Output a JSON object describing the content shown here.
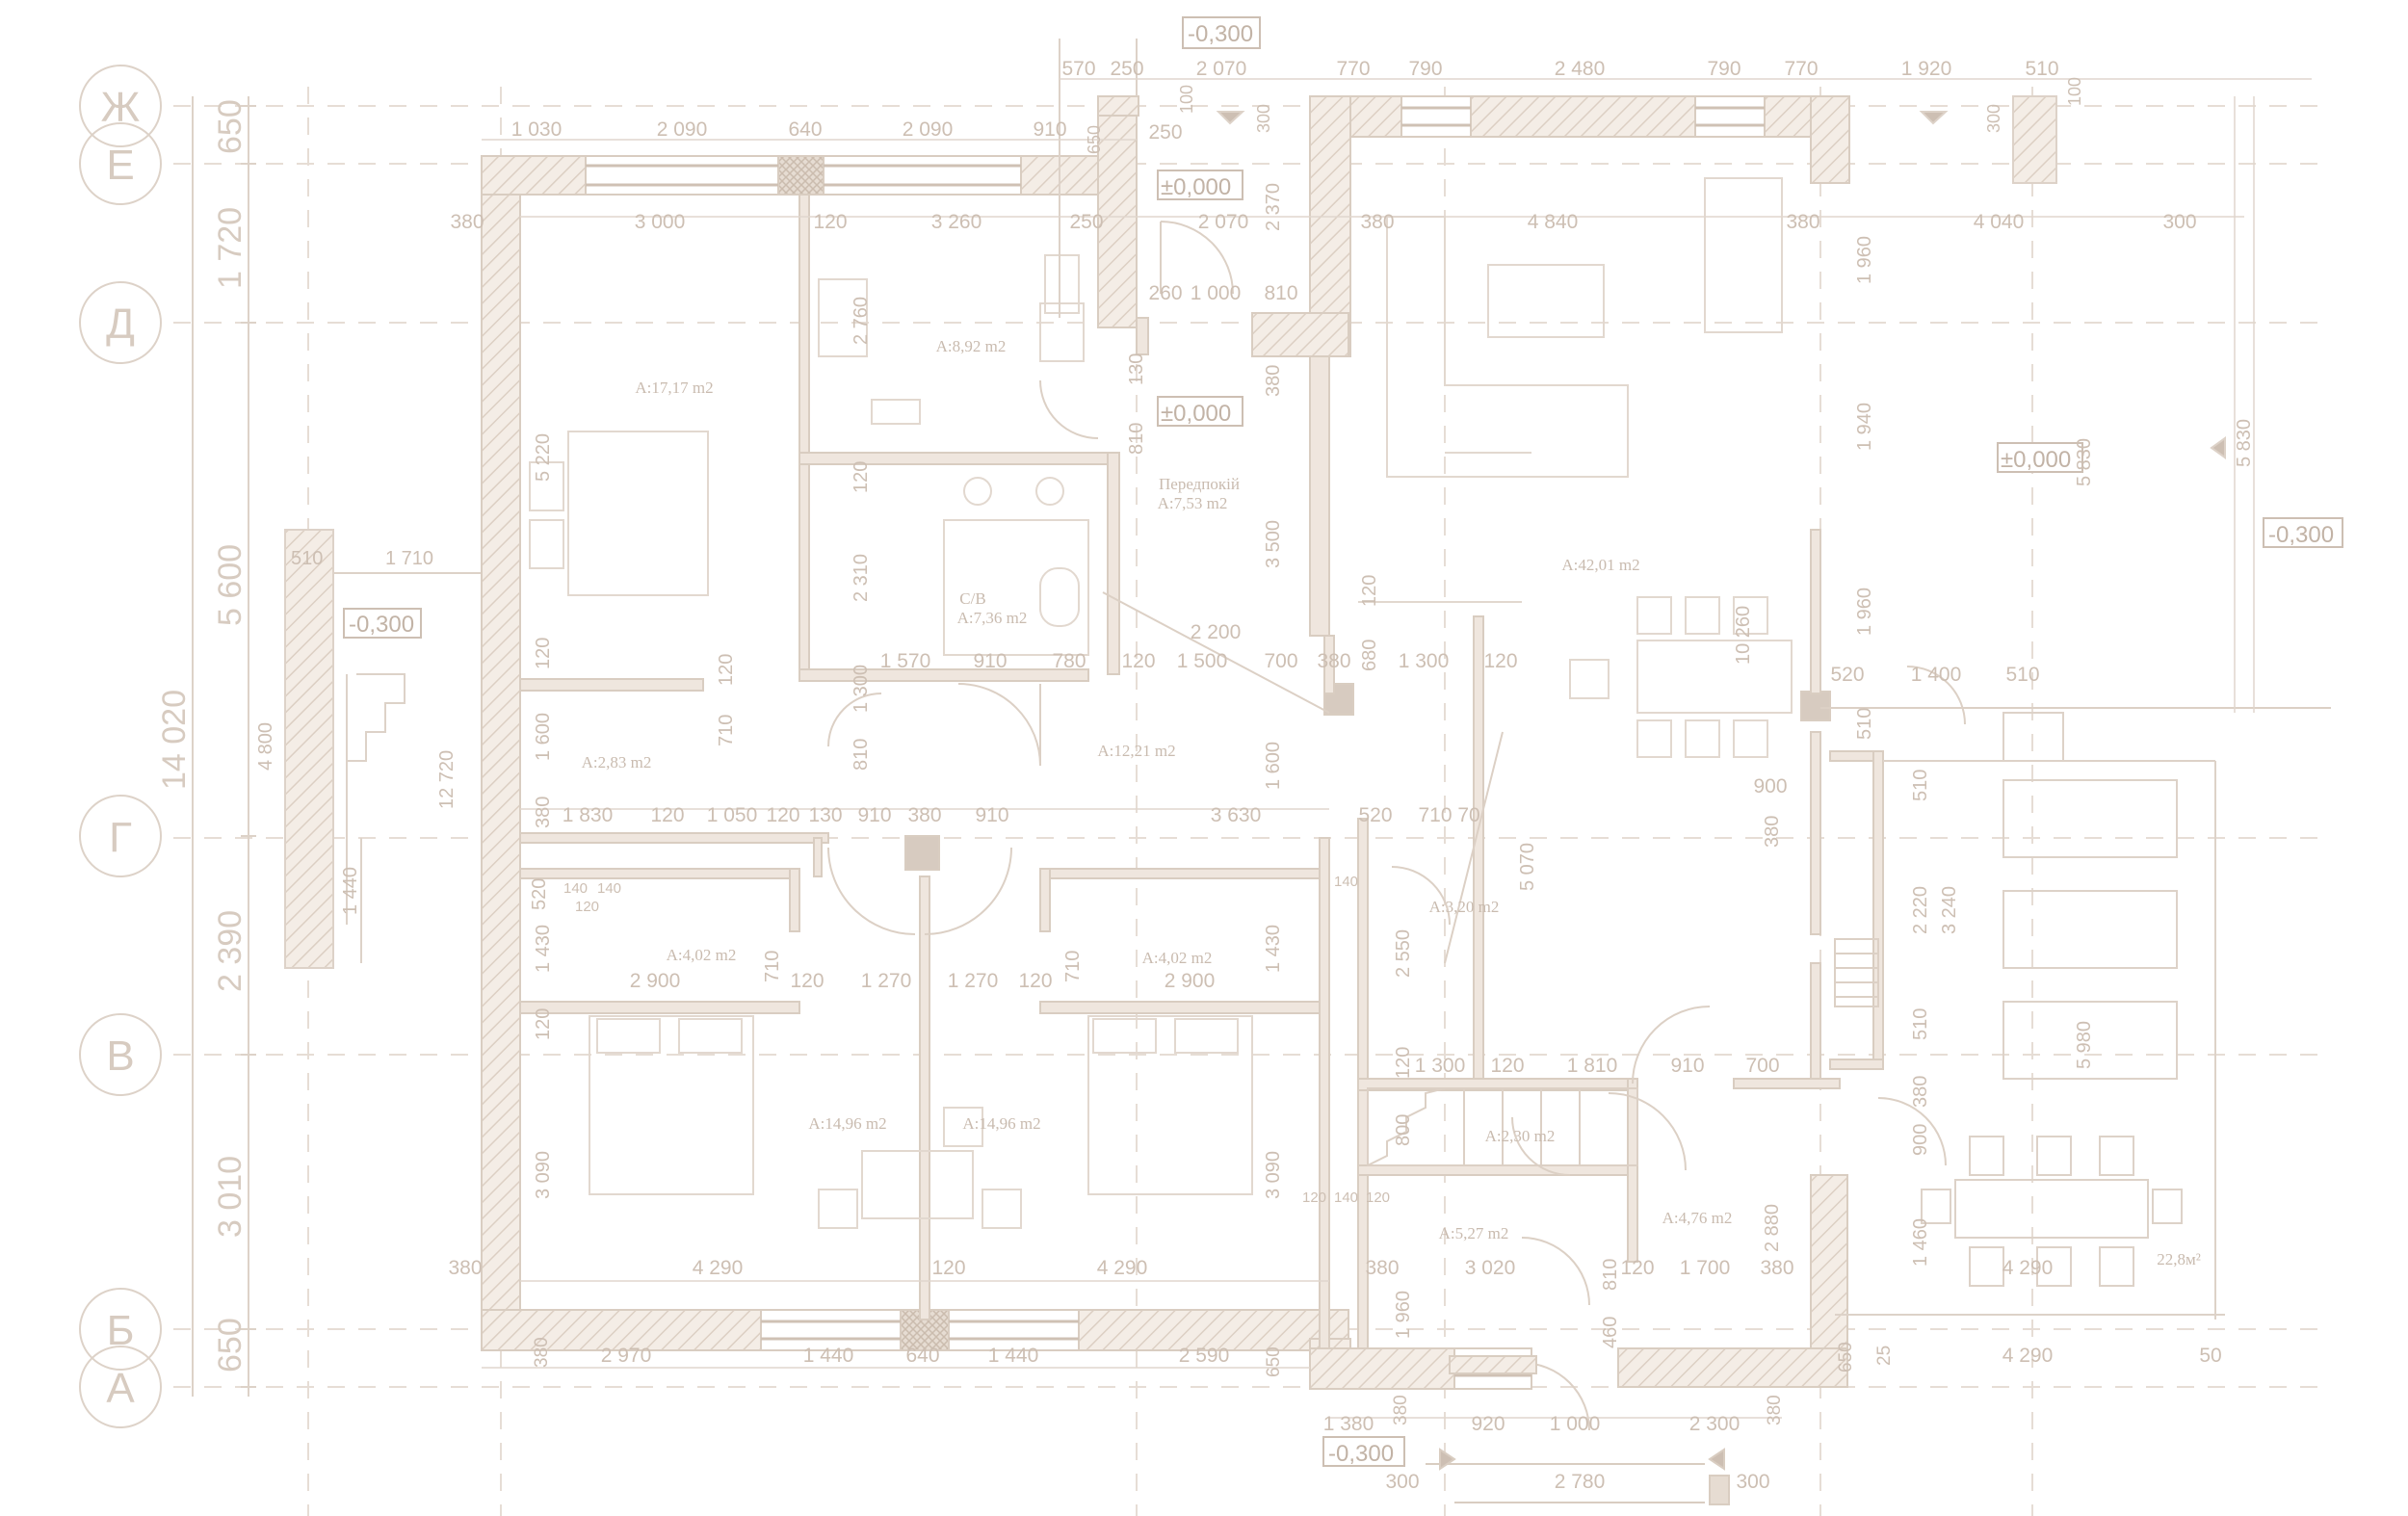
{
  "colors": {
    "line": "#ddd2c8",
    "wall_fill": "#efe6de",
    "text": "#cdbfb3",
    "text_dark": "#bfb0a3",
    "dash": "#e4dbd3"
  },
  "axes": [
    {
      "id": "zh",
      "label": "Ж"
    },
    {
      "id": "ye",
      "label": "Е"
    },
    {
      "id": "d",
      "label": "Д"
    },
    {
      "id": "g",
      "label": "Г"
    },
    {
      "id": "v",
      "label": "В"
    },
    {
      "id": "b",
      "label": "Б"
    },
    {
      "id": "a",
      "label": "А"
    }
  ],
  "left_dims": {
    "d650_top": "650",
    "d1720": "1 720",
    "d5600": "5 600",
    "d14020": "14 020",
    "d2390": "2 390",
    "d3010": "3 010",
    "d650_bottom": "650",
    "d12720": "12 720",
    "d4800": "4 800",
    "d1440": "1 440",
    "d510": "510",
    "d1710": "1 710"
  },
  "levels": {
    "top": "-0,300",
    "left_porch": "-0,300",
    "right": "-0,300",
    "bottom": "-0,300",
    "zero_1": "±0,000",
    "zero_2": "±0,000",
    "zero_3": "±0,000"
  },
  "top_dims": {
    "a570": "570",
    "a250": "250",
    "a2070": "2 070",
    "a770": "770",
    "a790": "790",
    "a2480": "2 480",
    "a790b": "790",
    "a770b": "770",
    "a1920": "1 920",
    "a510": "510",
    "b1030": "1 030",
    "b2090": "2 090",
    "b640": "640",
    "b2090b": "2 090",
    "b910": "910",
    "b650": "650",
    "b250": "250",
    "b100": "100",
    "b300": "300",
    "b300b": "300",
    "b100b": "100"
  },
  "rooms": {
    "bedroom_nw": "A:17,17 m2",
    "bath_top": "A:8,92 m2",
    "hall_name": "Передпокій",
    "hall_area": "A:7,53 m2",
    "wc_name": "С/В",
    "wc_area": "A:7,36 m2",
    "living": "A:42,01 m2",
    "closet_left": "A:2,83 m2",
    "corridor": "A:12,21 m2",
    "wardrobe_l": "A:4,02 m2",
    "wardrobe_r": "A:4,02 m2",
    "bedroom_sw": "A:14,96 m2",
    "bedroom_s": "A:14,96 m2",
    "pantry": "A:3,20 m2",
    "stairs_area": "A:2,30 m2",
    "boiler": "A:5,27 m2",
    "vestibule": "A:4,76 m2",
    "terrace": "22,8м²"
  },
  "inner_dims": {
    "i380_1": "380",
    "i3000": "3 000",
    "i120_1": "120",
    "i3260": "3 260",
    "i250": "250",
    "i2070": "2 070",
    "i380_2": "380",
    "i4840": "4 840",
    "i380_3": "380",
    "i4040": "4 040",
    "i300": "300",
    "i2370": "2 370",
    "i2760": "2 760",
    "i1960_1": "1 960",
    "i260": "260",
    "i1000": "1 000",
    "i810": "810",
    "i130": "130",
    "i810b": "810",
    "i380_4": "380",
    "i5220": "5 220",
    "i120_2": "120",
    "i2310": "2 310",
    "i3500": "3 500",
    "i1940": "1 940",
    "i5830": "5 830",
    "i5830b": "5 830",
    "i120_3": "120",
    "i120_4": "120",
    "i1570": "1 570",
    "i910": "910",
    "i780": "780",
    "i120_5": "120",
    "i1500": "1 500",
    "i700": "700",
    "i380_5": "380",
    "i2200": "2 200",
    "i680": "680",
    "i1300": "1 300",
    "i120_6": "120",
    "i10260": "10 260",
    "i1960_2": "1 960",
    "i520": "520",
    "i1400": "1 400",
    "i510_1": "510",
    "i510_2": "510",
    "i1600": "1 600",
    "i710": "710",
    "i120_7": "120",
    "i810c": "810",
    "i1300b": "1 300",
    "i1600b": "1 600",
    "i380_6": "380",
    "i1830": "1 830",
    "i120_8": "120",
    "i1050": "1 050",
    "i120_9": "120",
    "i130b": "130",
    "i910b": "910",
    "i380_7": "380",
    "i910c": "910",
    "i3630": "3 630",
    "i520b": "520",
    "i710b": "710",
    "i70": "70",
    "i900": "900",
    "i510_3": "510",
    "i5070": "5 070",
    "i380_8": "380",
    "i2220": "2 220",
    "i3240": "3 240",
    "i5980": "5 980",
    "i1430": "1 430",
    "i520c": "520",
    "i2900": "2 900",
    "i710c": "710",
    "i120_10": "120",
    "i1270": "1 270",
    "i1270b": "1 270",
    "i120_11": "120",
    "i710d": "710",
    "i2900b": "2 900",
    "i1430b": "1 430",
    "i2550": "2 550",
    "i120_12": "120",
    "i1300c": "1 300",
    "i120_13": "120",
    "i1810": "1 810",
    "i910d": "910",
    "i700b": "700",
    "i510_4": "510",
    "i380_9": "380",
    "i900b": "900",
    "i3090": "3 090",
    "i3090b": "3 090",
    "i120_14": "120",
    "i800": "800",
    "i2880": "2 880",
    "i1460": "1 460",
    "i380_10": "380",
    "i4290": "4 290",
    "i120_15": "120",
    "i4290b": "4 290",
    "i380_11": "380",
    "i3020": "3 020",
    "i810d": "810",
    "i120_16": "120",
    "i1700": "1 700",
    "i380_12": "380",
    "i4290c": "4 290",
    "i1960_3": "1 960",
    "i460": "460",
    "i120_17": "120",
    "i140_a": "140",
    "i140_b": "140",
    "i120_18": "120",
    "i140_c": "140",
    "i140_d": "140",
    "i120_19": "120"
  },
  "bottom_dims": {
    "c380": "380",
    "c2970": "2 970",
    "c1440": "1 440",
    "c640": "640",
    "c1440b": "1 440",
    "c2590": "2 590",
    "c650": "650",
    "c650b": "650",
    "c25": "25",
    "c4290": "4 290",
    "c50": "50",
    "c1380": "1 380",
    "c380b": "380",
    "c920": "920",
    "c1000": "1 000",
    "c2300": "2 300",
    "c380c": "380",
    "c300": "300",
    "c2780": "2 780",
    "c300b": "300"
  }
}
